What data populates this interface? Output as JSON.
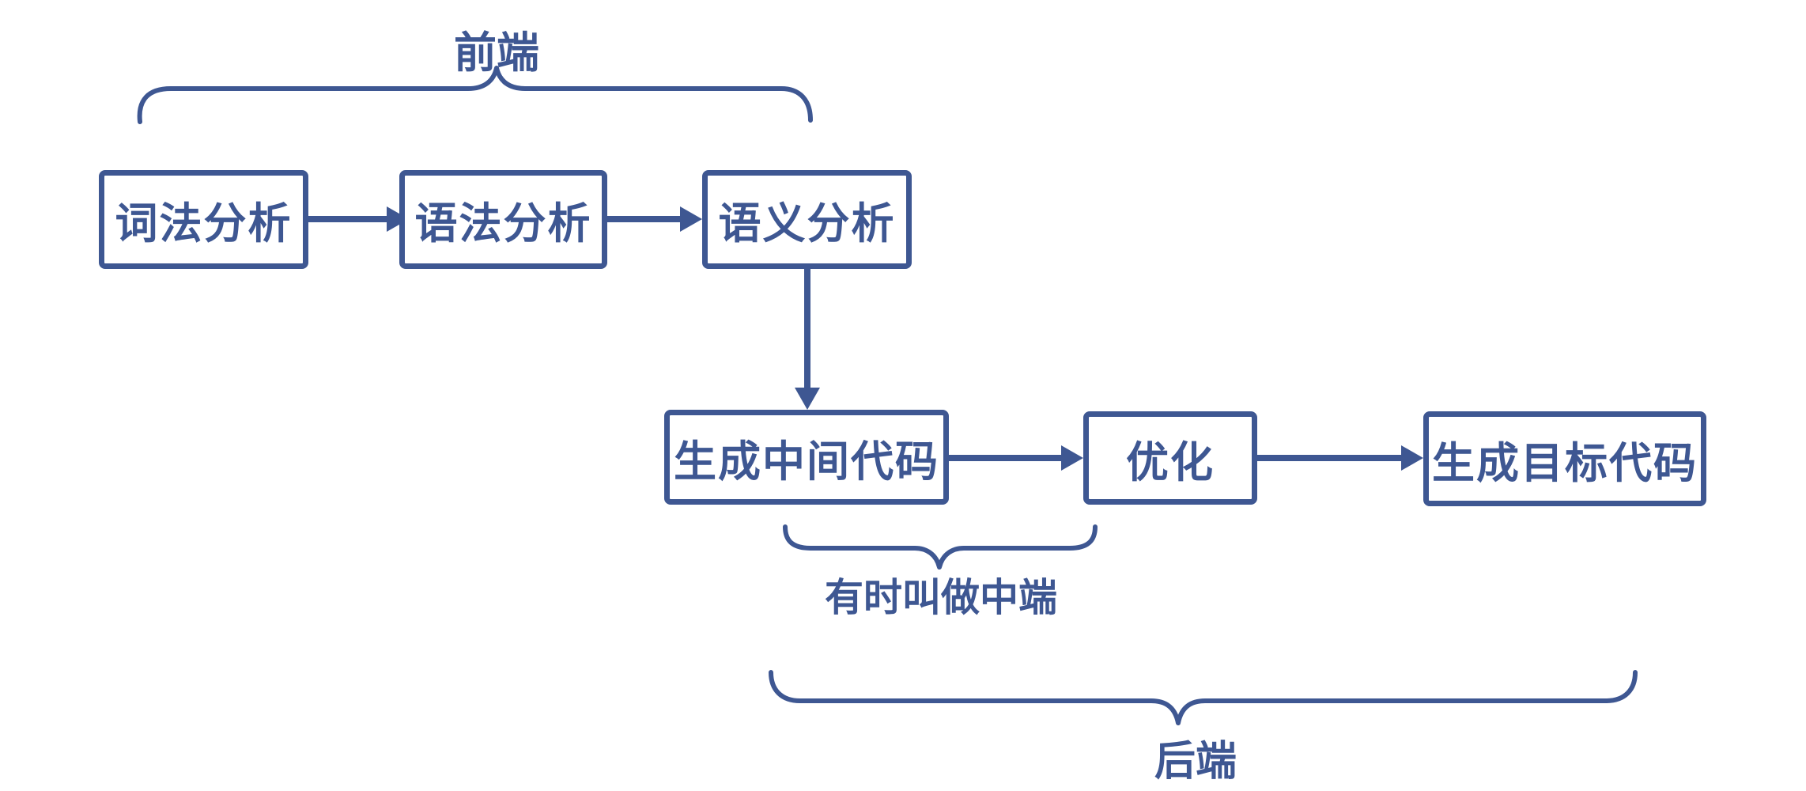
{
  "diagram": {
    "colors": {
      "accent": "#3e5792",
      "background": "#ffffff"
    },
    "nodes": [
      {
        "id": "lexical-analysis",
        "label": "词法分析"
      },
      {
        "id": "syntax-analysis",
        "label": "语法分析"
      },
      {
        "id": "semantic-analysis",
        "label": "语义分析"
      },
      {
        "id": "generate-intermediate-code",
        "label": "生成中间代码"
      },
      {
        "id": "optimization",
        "label": "优化"
      },
      {
        "id": "generate-target-code",
        "label": "生成目标代码"
      }
    ],
    "annotations": [
      {
        "id": "front-end",
        "label": "前端"
      },
      {
        "id": "middle-end",
        "label": "有时叫做中端"
      },
      {
        "id": "back-end",
        "label": "后端"
      }
    ]
  }
}
